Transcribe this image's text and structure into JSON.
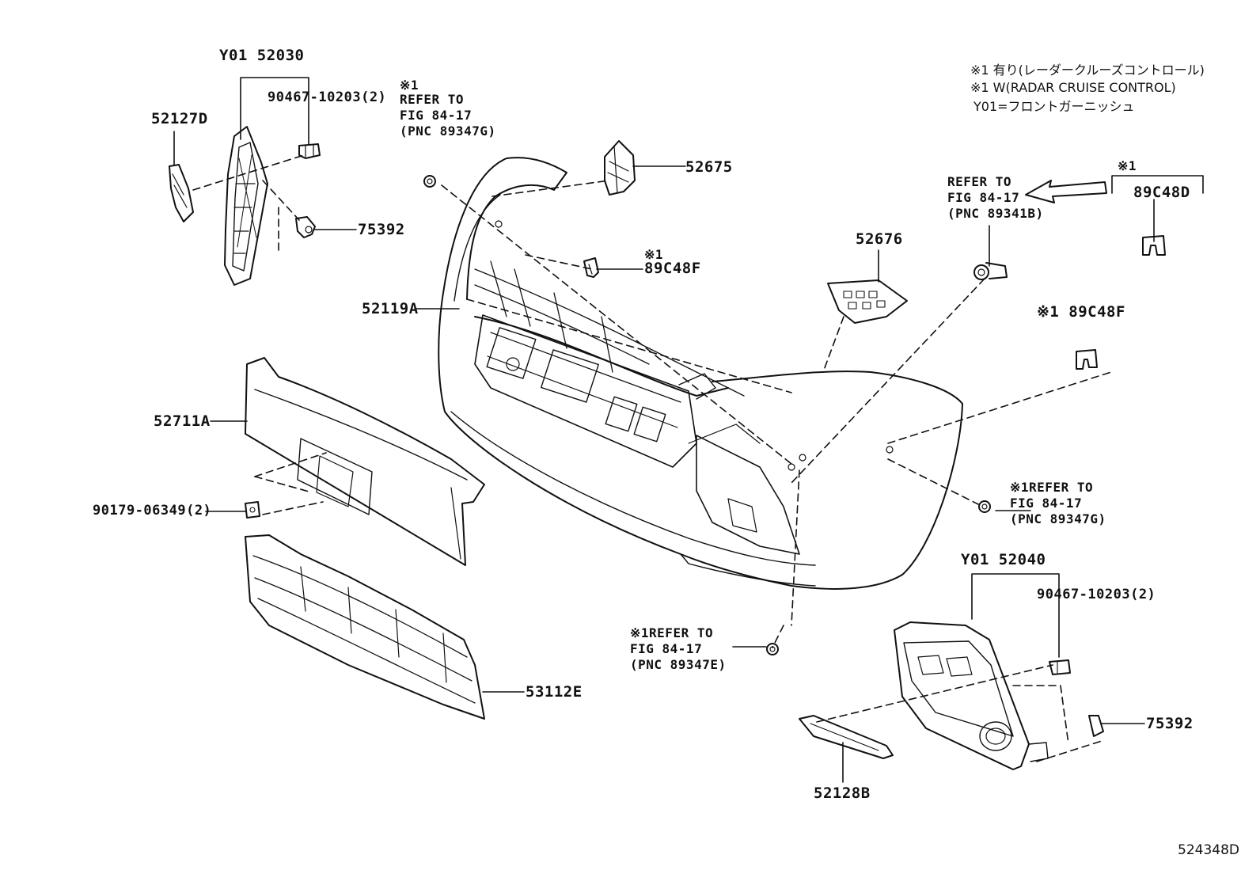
{
  "notes": {
    "line1": "※1 有り(レーダークルーズコントロール)",
    "line2": "※1 W(RADAR CRUISE CONTROL)",
    "line3": "Y01=フロントガーニッシュ"
  },
  "diagram_id": "524348D",
  "labels": {
    "y01_52030": "Y01 52030",
    "p90467_a": "90467-10203(2)",
    "p52127d": "52127D",
    "p75392_a": "75392",
    "ref_top_mark": "※1",
    "ref_top": "REFER TO\nFIG 84-17\n(PNC 89347G)",
    "p52675": "52675",
    "p89c48f_a_mark": "※1",
    "p89c48f_a": "89C48F",
    "p52119a": "52119A",
    "p52676": "52676",
    "ref_right": "REFER TO\nFIG 84-17\n(PNC 89341B)",
    "p89c48d_mark": "※1",
    "p89c48d": "89C48D",
    "p89c48f_b": "※1 89C48F",
    "p52711a": "52711A",
    "p90179": "90179-06349(2)",
    "ref_mid_right": "※1REFER TO\nFIG 84-17\n(PNC 89347G)",
    "y01_52040": "Y01 52040",
    "p90467_b": "90467-10203(2)",
    "ref_bottom": "※1REFER TO\nFIG 84-17\n(PNC 89347E)",
    "p53112e": "53112E",
    "p75392_b": "75392",
    "p52128b": "52128B"
  }
}
